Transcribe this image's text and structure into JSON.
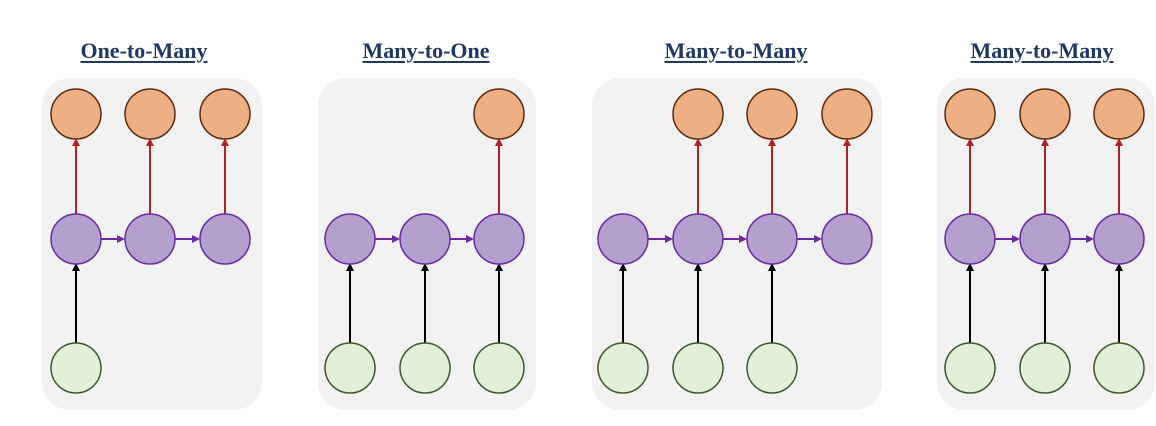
{
  "panels": [
    {
      "title": "One-to-Many"
    },
    {
      "title": "Many-to-One"
    },
    {
      "title": "Many-to-Many"
    },
    {
      "title": "Many-to-Many"
    }
  ],
  "colors": {
    "panel_bg": "#f2f2f2",
    "output_fill": "#edaf83",
    "output_stroke": "#5a2d12",
    "hidden_fill": "#b4a0cc",
    "hidden_stroke": "#6a2aa5",
    "input_fill": "#e3f0d9",
    "input_stroke": "#3a5a2a",
    "arrow_up_output": "#b22222",
    "arrow_hidden": "#6a2aa5",
    "arrow_input": "#000000",
    "title": "#1f3864"
  }
}
